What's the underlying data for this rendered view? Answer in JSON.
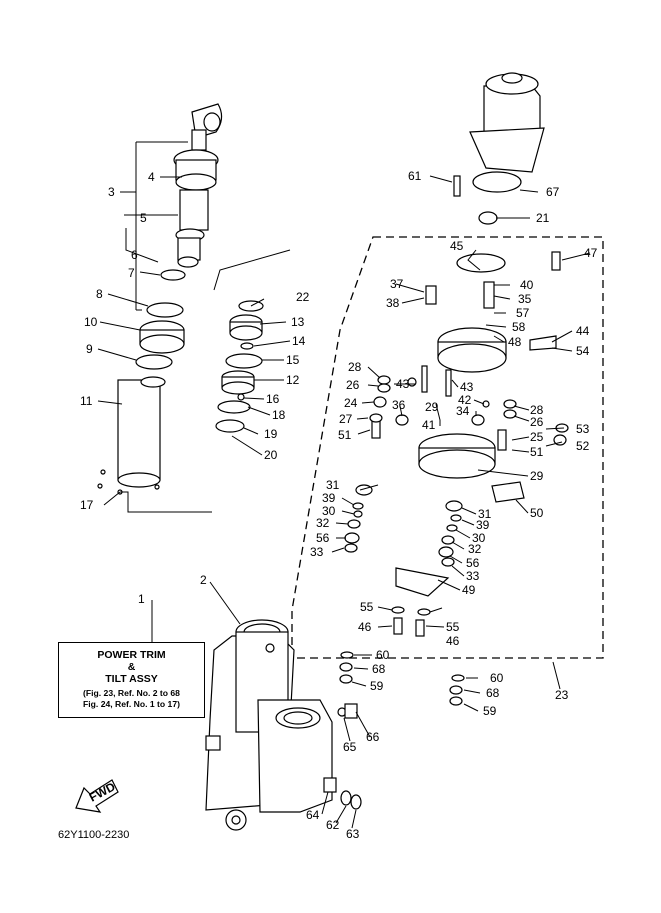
{
  "info_box": {
    "title_line1": "POWER TRIM",
    "title_line2": "&",
    "title_line3": "TILT ASSY",
    "ref_line1": "(Fig. 23, Ref. No. 2 to 68",
    "ref_line2": "Fig. 24, Ref. No. 1 to 17)"
  },
  "fwd_label": "FWD",
  "diagram_code": "62Y1100-2230",
  "part_labels": [
    "1",
    "2",
    "3",
    "4",
    "5",
    "6",
    "7",
    "8",
    "9",
    "10",
    "11",
    "12",
    "13",
    "14",
    "15",
    "16",
    "17",
    "18",
    "19",
    "20",
    "21",
    "22",
    "23",
    "24",
    "25",
    "26",
    "27",
    "28",
    "29",
    "30",
    "31",
    "32",
    "33",
    "34",
    "35",
    "36",
    "37",
    "38",
    "39",
    "40",
    "41",
    "42",
    "43",
    "44",
    "45",
    "46",
    "47",
    "48",
    "49",
    "50",
    "51",
    "52",
    "53",
    "54",
    "55",
    "56",
    "57",
    "58",
    "59",
    "60",
    "61",
    "62",
    "63",
    "64",
    "65",
    "66",
    "67",
    "68"
  ]
}
